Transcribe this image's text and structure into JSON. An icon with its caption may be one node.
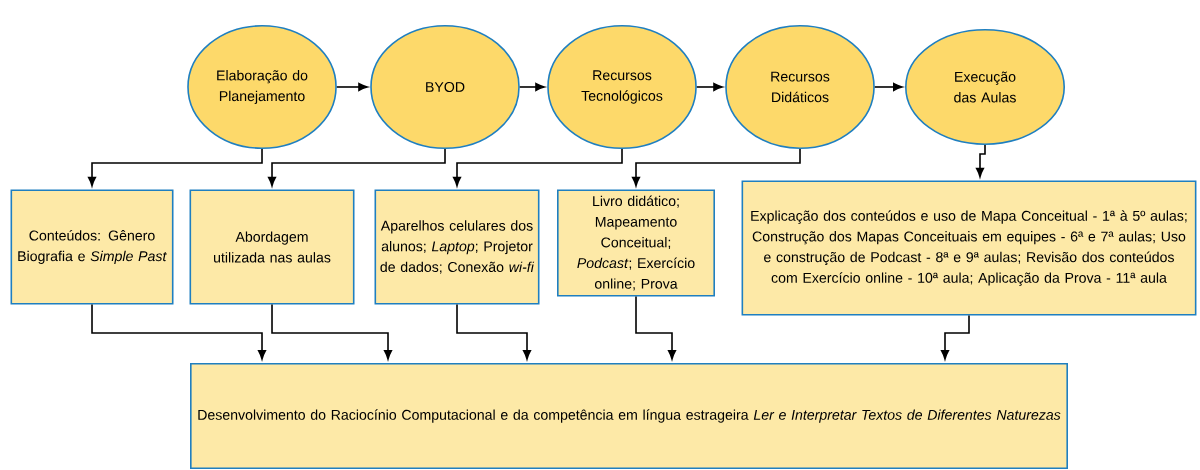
{
  "diagram": {
    "nodes": [
      {
        "text": [
          "Elaboração do Planejamento"
        ]
      },
      {
        "text": [
          "BYOD"
        ]
      },
      {
        "text": [
          "Recursos Tecnológicos"
        ]
      },
      {
        "text": [
          "Recursos Didáticos"
        ]
      },
      {
        "text": [
          "Execução das Aulas"
        ]
      },
      {
        "text": [
          "Conteúdos: Gênero Biografia e *Simple Past*"
        ]
      },
      {
        "text": [
          "Abordagem utilizada nas aulas"
        ]
      },
      {
        "text": [
          "Aparelhos celulares dos alunos; *Laptop*; Projetor de dados; Conexão *wi-fi*"
        ]
      },
      {
        "text": [
          "Livro didático; Mapeamento Conceitual; *Podcast*; Exercício online; Prova"
        ]
      },
      {
        "text": [
          "Explicação dos conteúdos e uso de Mapa Conceitual - 1ª à 5º aulas; Construção dos Mapas Conceituais em equipes - 6ª e 7ª aulas;  Uso e construção de Podcast - 8ª e 9ª aulas; Revisão dos conteúdos com Exercício online - 10ª aula; Aplicação da Prova - 11ª aula"
        ]
      },
      {
        "text": [
          "Desenvolvimento do Raciocínio Computacional e da competência em língua estrageira *Ler e Interpretar Textos de Diferentes Naturezas*"
        ]
      }
    ],
    "edges": [
      {
        "from": 0,
        "to": 1,
        "arrow": "to"
      },
      {
        "from": 1,
        "to": 2,
        "arrow": "to"
      },
      {
        "from": 2,
        "to": 3,
        "arrow": "to"
      },
      {
        "from": 3,
        "to": 4,
        "arrow": "to"
      },
      {
        "from": 0,
        "to": 5,
        "arrow": "to"
      },
      {
        "from": 1,
        "to": 6,
        "arrow": "to"
      },
      {
        "from": 2,
        "to": 7,
        "arrow": "to"
      },
      {
        "from": 3,
        "to": 8,
        "arrow": "to"
      },
      {
        "from": 4,
        "to": 9,
        "arrow": "to"
      },
      {
        "from": 5,
        "to": 10,
        "arrow": "to"
      },
      {
        "from": 6,
        "to": 10,
        "arrow": "to"
      },
      {
        "from": 7,
        "to": 10,
        "arrow": "to"
      },
      {
        "from": 8,
        "to": 10,
        "arrow": "to"
      },
      {
        "from": 9,
        "to": 10,
        "arrow": "to"
      }
    ]
  }
}
